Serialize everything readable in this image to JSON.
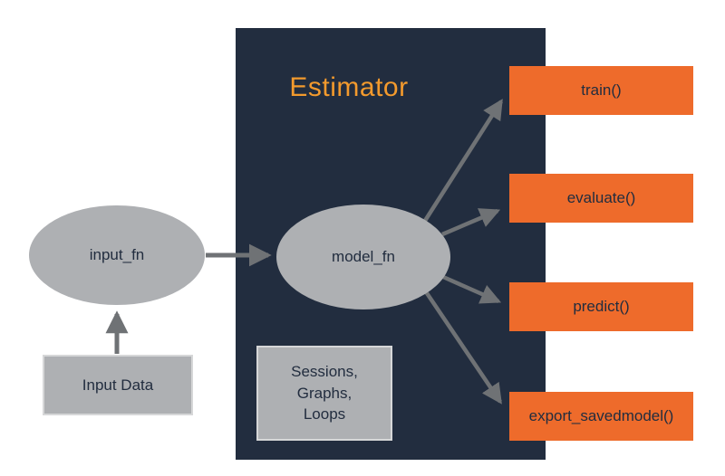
{
  "diagram": {
    "title": "Estimator",
    "nodes": {
      "input_fn": "input_fn",
      "model_fn": "model_fn",
      "input_data": "Input Data",
      "sessions_lines": [
        "Sessions,",
        "Graphs,",
        "Loops"
      ]
    },
    "methods": [
      {
        "label": "train()"
      },
      {
        "label": "evaluate()"
      },
      {
        "label": "predict()"
      },
      {
        "label": "export_savedmodel()"
      }
    ],
    "colors": {
      "estimator_bg": "#222D3F",
      "method_bg": "#EE6B2B",
      "title_orange": "#F39A2D",
      "node_gray": "#AEB0B3",
      "node_border_light": "#D6D7D8",
      "arrow_gray": "#6F7275",
      "text_dark": "#222D3F",
      "background": "#FFFFFF"
    }
  }
}
